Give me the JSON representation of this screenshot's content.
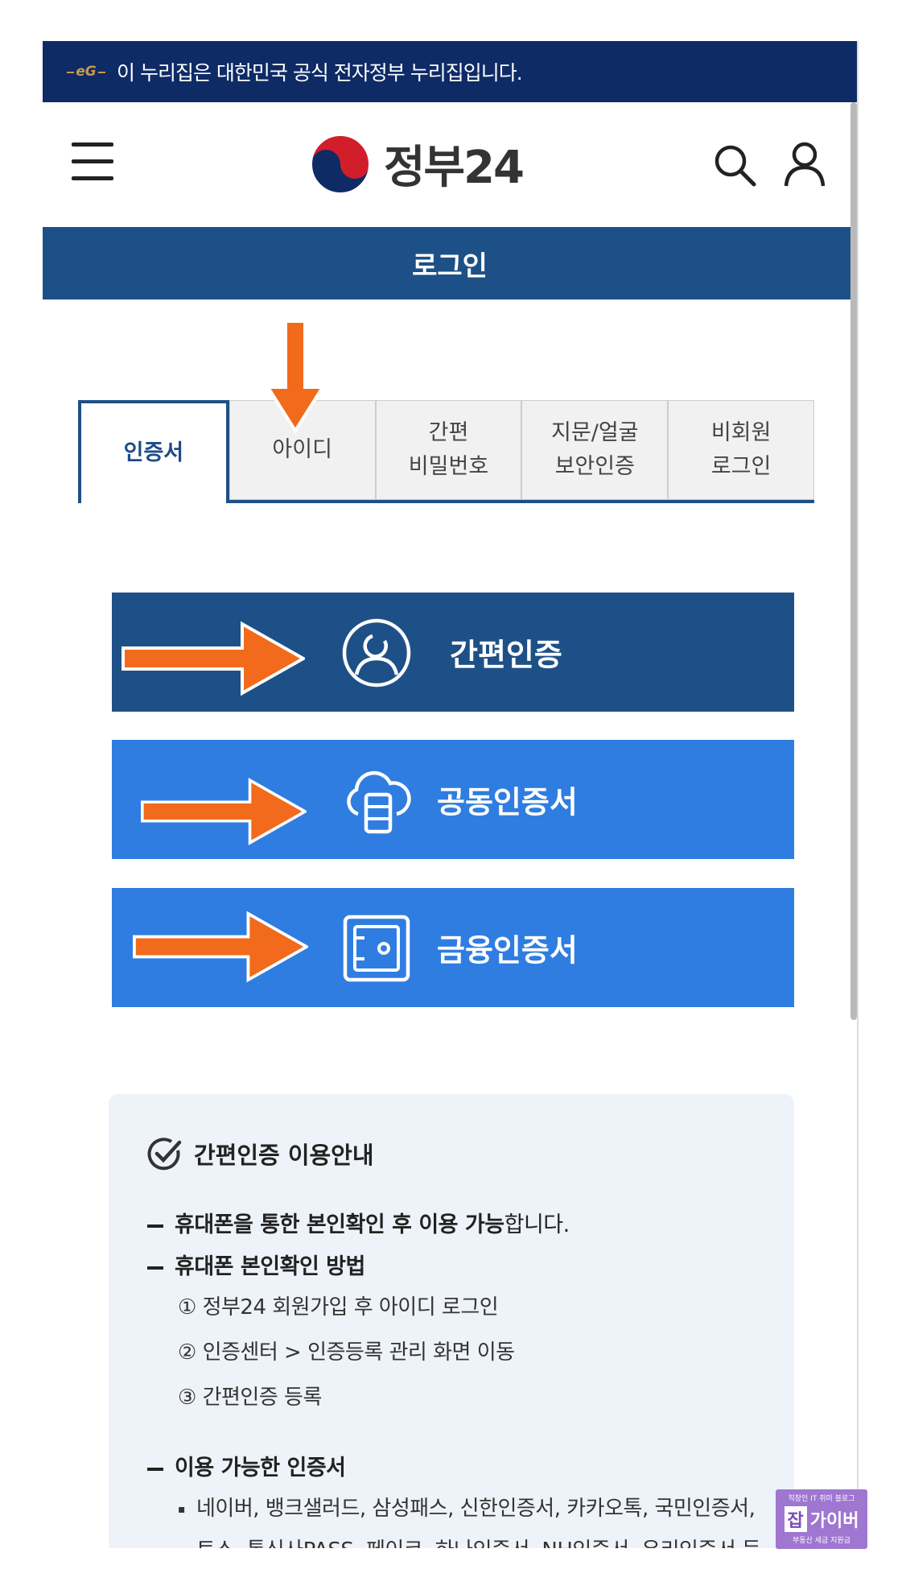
{
  "gov_banner": {
    "logo_text": "eG",
    "text": "이 누리집은 대한민국 공식 전자정부 누리집입니다."
  },
  "header": {
    "logo_text": "정부24"
  },
  "title_bar": {
    "title": "로그인"
  },
  "tabs": [
    {
      "label": "인증서",
      "active": true
    },
    {
      "label": "아이디",
      "active": false
    },
    {
      "label": "간편\n비밀번호",
      "active": false
    },
    {
      "label": "지문/얼굴\n보안인증",
      "active": false
    },
    {
      "label": "비회원\n로그인",
      "active": false
    }
  ],
  "auth_buttons": {
    "simple": "간편인증",
    "joint": "공동인증서",
    "finance": "금융인증서"
  },
  "info": {
    "title": "간편인증 이용안내",
    "line1_bold": "휴대폰을 통한 본인확인 후 이용 가능",
    "line1_rest": "합니다.",
    "line2": "휴대폰 본인확인 방법",
    "step1": "① 정부24 회원가입 후 아이디 로그인",
    "step2": "② 인증센터 > 인증등록 관리 화면 이동",
    "step3": "③ 간편인증 등록",
    "line3": "이용 가능한 인증서",
    "certs1": "네이버, 뱅크샐러드, 삼성패스, 신한인증서, 카카오톡, 국민인증서,",
    "certs2": "토스, 통신사PASS, 페이코, 하나인증서, NH인증서, 우리인증서 등"
  },
  "badge": {
    "top": "직장인 IT 취미 블로그",
    "box": "잡",
    "name": "가이버",
    "bottom": "부동산 세금 지원금"
  },
  "colors": {
    "gov_banner": "#0e2b66",
    "primary_dark": "#1e5088",
    "primary_light": "#2f7de1",
    "arrow": "#f26a1b",
    "info_bg": "#eef3f9"
  }
}
